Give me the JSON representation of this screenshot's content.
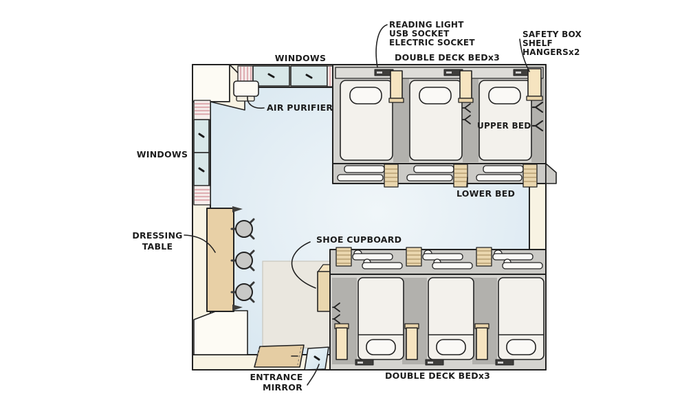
{
  "labels": {
    "windows_top": "WINDOWS",
    "windows_left": "WINDOWS",
    "bed_head_features": [
      "READING LIGHT",
      "USB SOCKET",
      "ELECTRIC SOCKET"
    ],
    "bed_side_features": [
      "SAFETY BOX",
      "SHELF",
      "HANGERSx2"
    ],
    "double_deck_bed_top": "DOUBLE DECK BEDx3",
    "double_deck_bed_bottom": "DOUBLE DECK BEDx3",
    "air_purifier": "AIR PURIFIER",
    "upper_bed": "UPPER BED",
    "lower_bed": "LOWER BED",
    "dressing_table": "DRESSING TABLE",
    "shoe_cupboard": "SHOE CUPBOARD",
    "entrance": "ENTRANCE",
    "mirror": "MIRROR"
  },
  "colors": {
    "outline": "#222222",
    "label_ink": "#1c1c1c",
    "wall_cream": "#f8f3e3",
    "wall_white": "#fdfbf4",
    "floor_blue": "#d6e6ef",
    "floor_blue_light": "#f0f6f9",
    "bed_frame_gray": "#d5d4d0",
    "bed_divider_gray": "#b2b1ad",
    "mattress_white": "#f3f1ec",
    "shelf_tan": "#f6e4c0",
    "ladder_tan": "#e9d6ae",
    "window_blue": "#d8e7e8",
    "curtain_pink": "#dfafb3",
    "stool_gray": "#c8c8c6",
    "table_tan": "#e8d0a6",
    "entrance_floor": "#eae7df",
    "door_tan": "#e5cda3",
    "mirror_blue": "#dcebf2"
  }
}
